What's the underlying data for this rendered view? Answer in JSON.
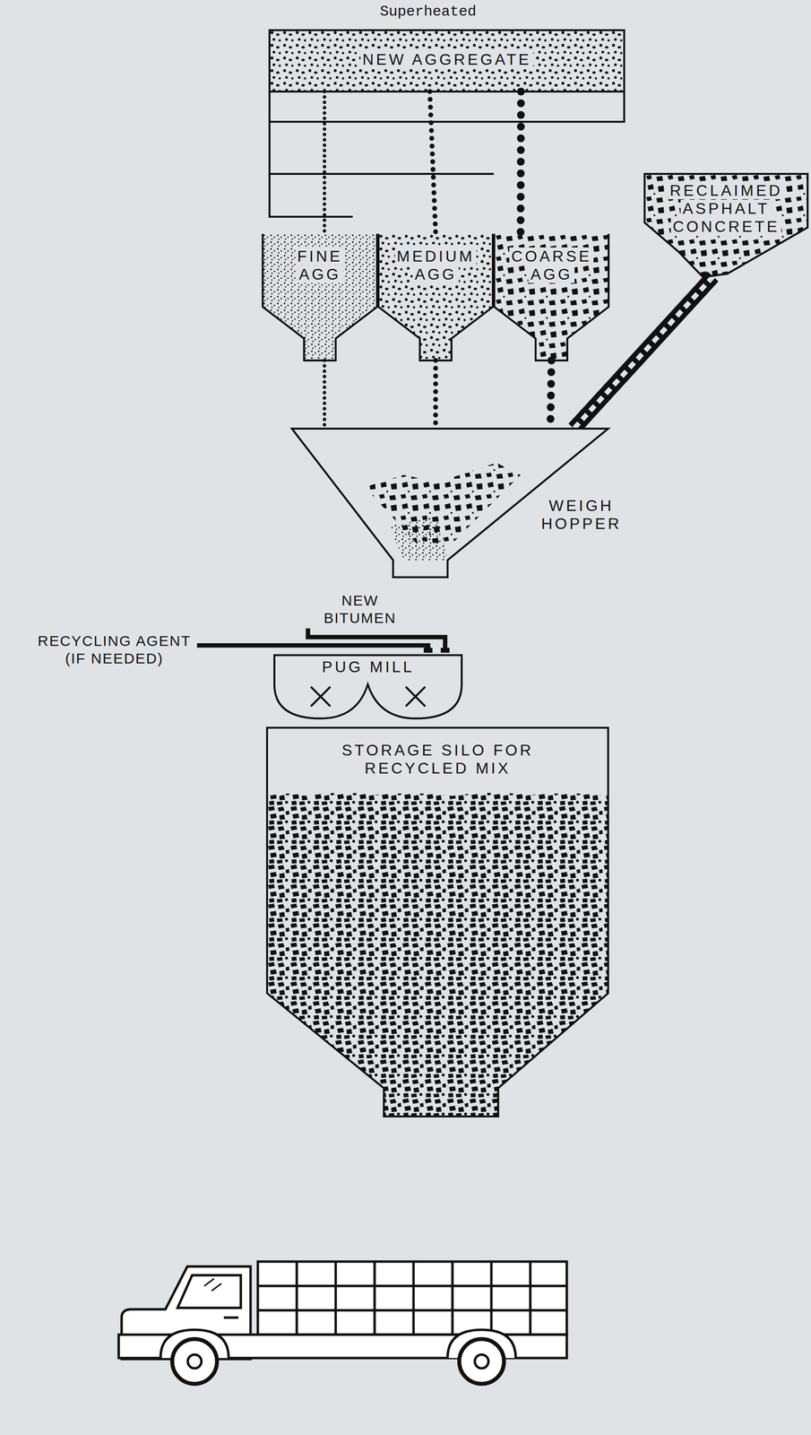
{
  "diagram": {
    "nodes": [
      {
        "text": [
          "NEW AGGREGATE"
        ]
      },
      {
        "text": [
          "FINE AGG"
        ]
      },
      {
        "text": [
          "MEDIUM AGG"
        ]
      },
      {
        "text": [
          "COARSE AGG"
        ]
      },
      {
        "text": [
          "RECLAIMED ASPHALT CONCRETE"
        ]
      },
      {
        "text": [
          "WEIGH HOPPER"
        ]
      },
      {
        "text": [
          "PUG MILL"
        ]
      },
      {
        "text": [
          "STORAGE SILO FOR RECYCLED MIX"
        ]
      }
    ],
    "edges": [
      {
        "from": 0,
        "to": 1,
        "arrow": "none"
      },
      {
        "from": 0,
        "to": 2,
        "arrow": "none"
      },
      {
        "from": 0,
        "to": 3,
        "arrow": "none"
      },
      {
        "from": 1,
        "to": 5,
        "arrow": "none"
      },
      {
        "from": 2,
        "to": 5,
        "arrow": "none"
      },
      {
        "from": 3,
        "to": 5,
        "arrow": "none"
      },
      {
        "from": 4,
        "to": 5,
        "arrow": "none"
      }
    ],
    "labels": [
      "Superheated",
      "NEW BITUMEN",
      "RECYCLING AGENT (IF NEEDED)"
    ]
  }
}
